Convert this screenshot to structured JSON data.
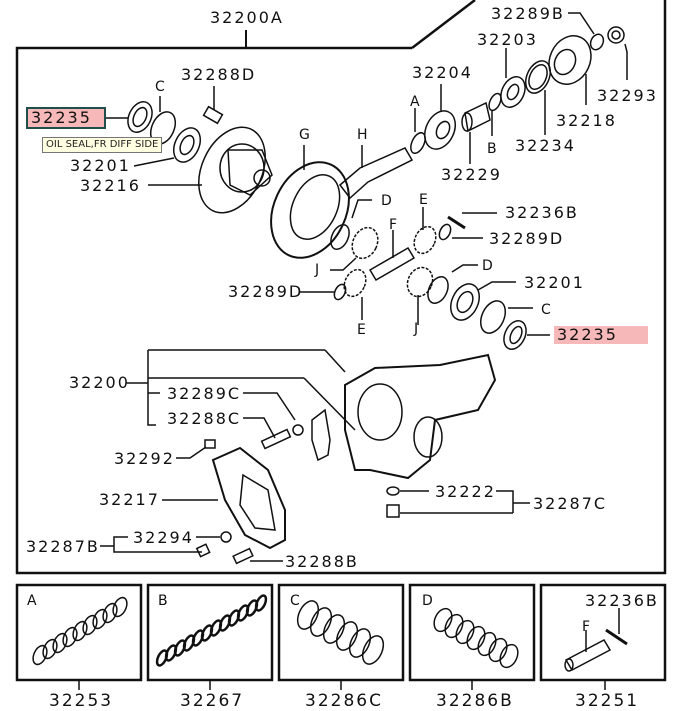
{
  "diagram": {
    "assembly_label": "32200A",
    "highlight_color": "#f6b8b8",
    "callouts": {
      "p32289B": "32289B",
      "p32203": "32203",
      "p32204": "32204",
      "p32293": "32293",
      "p32218": "32218",
      "p32234": "32234",
      "p32229": "32229",
      "p32288D": "32288D",
      "p32235_left": "32235",
      "p32201_left": "32201",
      "p32216": "32216",
      "p32236B": "32236B",
      "p32289D_right": "32289D",
      "p32201_right": "32201",
      "p32235_right": "32235",
      "p32289D_left": "32289D",
      "p32200": "32200",
      "p32289C": "32289C",
      "p32288C": "32288C",
      "p32292": "32292",
      "p32217": "32217",
      "p32294": "32294",
      "p32287B": "32287B",
      "p32288B": "32288B",
      "p32222": "32222",
      "p32287C": "32287C"
    },
    "letters": {
      "A": "A",
      "B": "B",
      "C_left": "C",
      "C_right": "C",
      "D_upper": "D",
      "D_lower": "D",
      "E_upper": "E",
      "E_lower": "E",
      "F": "F",
      "G": "G",
      "H": "H",
      "J_left": "J",
      "J_right": "J"
    },
    "tooltip": "OIL SEAL,FR DIFF SIDE"
  },
  "kits": [
    {
      "letter": "A",
      "part": "32253"
    },
    {
      "letter": "B",
      "part": "32267"
    },
    {
      "letter": "C",
      "part": "32286C"
    },
    {
      "letter": "D",
      "part": "32286B"
    },
    {
      "letter": "F",
      "part": "32251",
      "extra_part": "32236B"
    }
  ]
}
